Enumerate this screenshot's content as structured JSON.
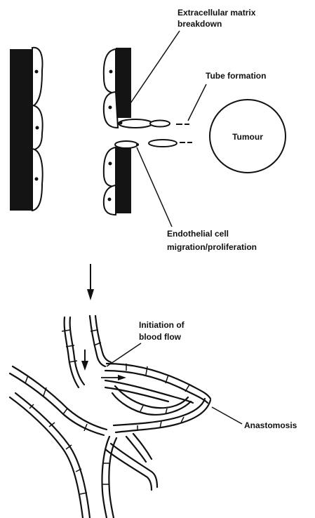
{
  "labels": {
    "ecm_line1": "Extracellular matrix",
    "ecm_line2": "breakdown",
    "tube_formation": "Tube formation",
    "tumour": "Tumour",
    "endo_line1": "Endothelial cell",
    "endo_line2": "migration/proliferation",
    "blood_line1": "Initiation of",
    "blood_line2": "blood flow",
    "anastomosis": "Anastomosis"
  },
  "colors": {
    "ink": "#111111",
    "vessel_wall": "#141414",
    "background": "#ffffff"
  }
}
